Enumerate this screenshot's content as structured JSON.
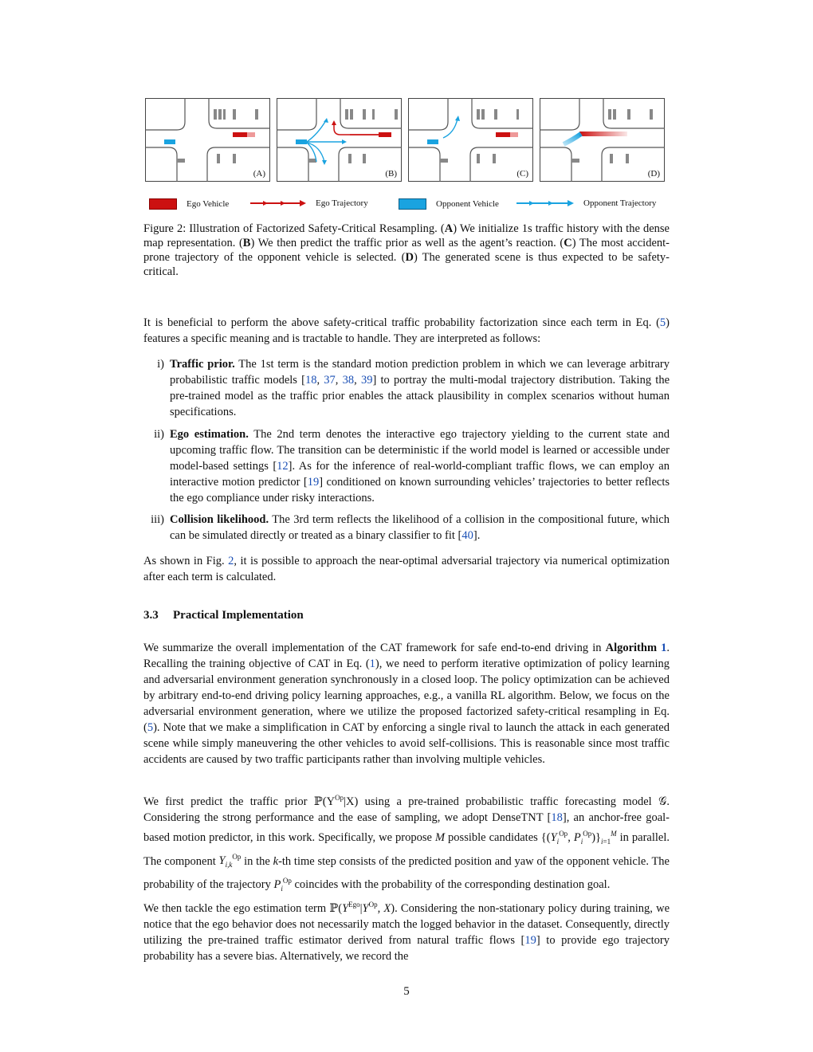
{
  "figure": {
    "panels": [
      {
        "label": "(A)"
      },
      {
        "label": "(B)"
      },
      {
        "label": "(C)"
      },
      {
        "label": "(D)"
      }
    ],
    "legend": {
      "ego_vehicle": "Ego Vehicle",
      "ego_trajectory": "Ego Trajectory",
      "opponent_vehicle": "Opponent Vehicle",
      "opponent_trajectory": "Opponent Trajectory"
    },
    "colors": {
      "ego": "#cc1111",
      "opponent": "#1aa3e0",
      "road_edge": "#555555",
      "parked": "#888888"
    }
  },
  "caption": {
    "prefix": "Figure 2: Illustration of Factorized Safety-Critical Resampling. (",
    "a_label": "A",
    "a_text": ") We initialize 1s traffic history with the dense map representation. (",
    "b_label": "B",
    "b_text": ") We then predict the traffic prior as well as the agent’s reaction. (",
    "c_label": "C",
    "c_text": ") The most accident-prone trajectory of the opponent vehicle is selected. (",
    "d_label": "D",
    "d_text": ") The generated scene is thus expected to be safety-critical."
  },
  "para1": {
    "a": "It is beneficial to perform the above safety-critical traffic probability factorization since each term in Eq. (",
    "ref": "5",
    "b": ") features a specific meaning and is tractable to handle. They are interpreted as follows:"
  },
  "list": [
    {
      "num": "i)",
      "title": "Traffic prior.",
      "t1": " The 1st term is the standard motion prediction problem in which we can leverage arbitrary probabilistic traffic models [",
      "r1": "18",
      "r2": "37",
      "r3": "38",
      "r4": "39",
      "t2": "] to portray the multi-modal trajectory distribution. Taking the pre-trained model as the traffic prior enables the attack plausibility in complex scenarios without human specifications."
    },
    {
      "num": "ii)",
      "title": "Ego estimation.",
      "t1": " The 2nd term denotes the interactive ego trajectory yielding to the current state and upcoming traffic flow. The transition can be deterministic if the world model is learned or accessible under model-based settings [",
      "r1": "12",
      "t2": "]. As for the inference of real-world-compliant traffic flows, we can employ an interactive motion predictor [",
      "r2": "19",
      "t3": "] conditioned on known surrounding vehicles’ trajectories to better reflects the ego compliance under risky interactions."
    },
    {
      "num": "iii)",
      "title": "Collision likelihood.",
      "t1": " The 3rd term reflects the likelihood of a collision in the compositional future, which can be simulated directly or treated as a binary classifier to fit [",
      "r1": "40",
      "t2": "]."
    }
  ],
  "para2": {
    "a": "As shown in Fig. ",
    "ref": "2",
    "b": ", it is possible to approach the near-optimal adversarial trajectory via numerical optimization after each term is calculated."
  },
  "section": {
    "number": "3.3",
    "title": "Practical Implementation"
  },
  "para3": {
    "a": "We summarize the overall implementation of the CAT framework for safe end-to-end driving in ",
    "alg": "Algorithm ",
    "alg_ref": "1",
    "b": ". Recalling the training objective of CAT in Eq. (",
    "ref1": "1",
    "c": "), we need to perform iterative optimization of policy learning and adversarial environment generation synchronously in a closed loop. The policy optimization can be achieved by arbitrary end-to-end driving policy learning approaches, e.g., a vanilla RL algorithm. Below, we focus on the adversarial environment generation, where we utilize the proposed factorized safety-critical resampling in Eq. (",
    "ref2": "5",
    "d": "). Note that we make a simplification in CAT by enforcing a single rival to launch the attack in each generated scene while simply maneuvering the other vehicles to avoid self-collisions. This is reasonable since most traffic accidents are caused by two traffic participants rather than involving multiple vehicles."
  },
  "para4": {
    "a": "We first predict the traffic prior ",
    "m1": "ℙ(Y",
    "m1sup": "Op",
    "m1b": "|X)",
    "b": " using a pre-trained probabilistic traffic forecasting model ",
    "m2": "𝒢",
    "c": ". Considering the strong performance and the ease of sampling, we adopt DenseTNT [",
    "ref1": "18",
    "d": "], an anchor-free goal-based motion predictor, in this work. Specifically, we propose ",
    "m3": "M",
    "e": " possible candidates ",
    "f": " in parallel. The component ",
    "g": " in the ",
    "m4": "k",
    "h": "-th time step consists of the predicted position and yaw of the opponent vehicle. The probability of the trajectory ",
    "i": " coincides with the probability of the corresponding destination goal."
  },
  "para5": {
    "a": "We then tackle the ego estimation term ",
    "b": ". Considering the non-stationary policy during training, we notice that the ego behavior does not necessarily match the logged behavior in the dataset. Consequently, directly utilizing the pre-trained traffic estimator derived from natural traffic flows [",
    "ref1": "19",
    "c": "] to provide ego trajectory probability has a severe bias. Alternatively, we record the"
  },
  "page_number": "5"
}
